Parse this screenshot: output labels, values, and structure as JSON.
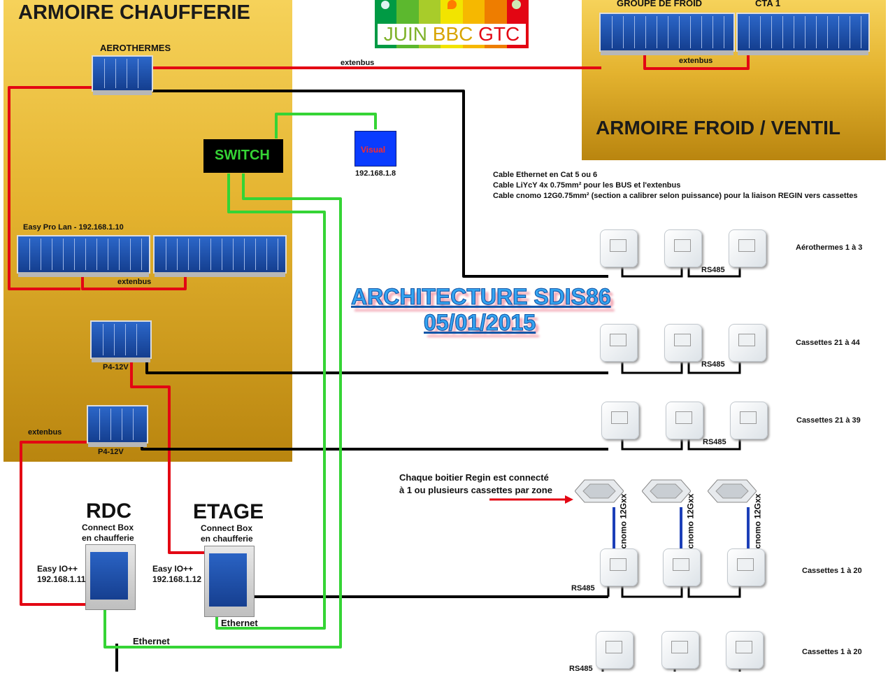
{
  "panels": {
    "chaufferie_title": "ARMOIRE CHAUFFERIE",
    "froid_title": "ARMOIRE FROID / VENTIL"
  },
  "logo": {
    "text_juin": "JUIN",
    "text_bbc": "BBC",
    "text_gtc": "GTC",
    "colors": [
      "#009a44",
      "#5cb82e",
      "#a8cc2a",
      "#f2e400",
      "#f6b800",
      "#ee7d00",
      "#e30613"
    ]
  },
  "labels": {
    "aerothermes": "AEROTHERMES",
    "groupe_froid": "GROUPE DE FROID",
    "cta1": "CTA 1",
    "extenbus": "extenbus",
    "switch": "SWITCH",
    "visual": "Visual",
    "visual_ip": "192.168.1.8",
    "easy_pro_lan": "Easy Pro Lan - 192.168.1.10",
    "p4_12v": "P4-12V",
    "rs485": "RS485",
    "cnomo": "cnomo 12Gxx",
    "ethernet": "Ethernet",
    "rdc": "RDC",
    "etage": "ETAGE",
    "connect_box": "Connect Box",
    "en_chaufferie": "en chaufferie",
    "easy_io": "Easy IO++",
    "rdc_ip": "192.168.1.11",
    "etage_ip": "192.168.1.12"
  },
  "cables": {
    "line1": "Cable Ethernet en Cat 5 ou 6",
    "line2": "Cable LiYcY 4x 0.75mm² pour les BUS et l'extenbus",
    "line3": "Cable cnomo 12G0.75mm² (section a calibrer selon puissance) pour la liaison REGIN vers cassettes"
  },
  "center_title": {
    "line1": "ARCHITECTURE SDIS86",
    "line2": "05/01/2015"
  },
  "note": {
    "line1": "Chaque boitier Regin est connecté",
    "line2": "à 1 ou plusieurs cassettes par zone"
  },
  "zones": [
    "Aérothermes 1 à 3",
    "Cassettes 21 à 44",
    "Cassettes 21 à 39",
    "Cassettes 1 à 20",
    "Cassettes 1 à 20"
  ],
  "colors": {
    "bus_red": "#e30613",
    "ethernet_green": "#35d435",
    "wire_black": "#000000",
    "cnomo_blue": "#1c3fb8",
    "module_blue": "#1f4fae",
    "visual_blue": "#0a3cff"
  }
}
